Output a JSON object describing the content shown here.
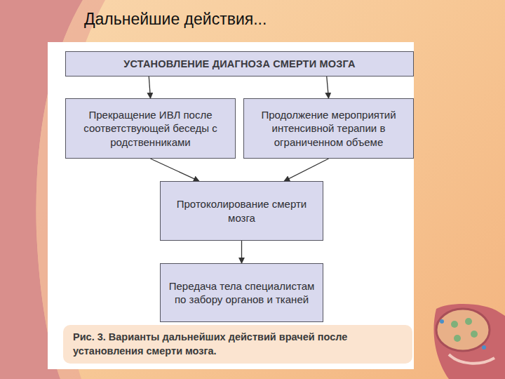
{
  "diagram": {
    "title": "Дальнейшие действия...",
    "caption": "Рис. 3. Варианты дальнейших действий врачей после установления смерти мозга.",
    "nodes": [
      {
        "text": [
          "УСТАНОВЛЕНИЕ ДИАГНОЗА СМЕРТИ МОЗГА"
        ]
      },
      {
        "text": [
          "Прекращение ИВЛ после соответствующей беседы с родственниками"
        ]
      },
      {
        "text": [
          "Продолжение мероприятий интенсивной терапии в ограниченном объеме"
        ]
      },
      {
        "text": [
          "Протоколирование смерти мозга"
        ]
      },
      {
        "text": [
          "Передача тела специалистам по забору органов и тканей"
        ]
      }
    ],
    "edges": [
      {
        "from": 0,
        "to": 1,
        "arrow": "to"
      },
      {
        "from": 0,
        "to": 2,
        "arrow": "to"
      },
      {
        "from": 1,
        "to": 3,
        "arrow": "to"
      },
      {
        "from": 2,
        "to": 3,
        "arrow": "to"
      },
      {
        "from": 3,
        "to": 4,
        "arrow": "to"
      }
    ]
  }
}
